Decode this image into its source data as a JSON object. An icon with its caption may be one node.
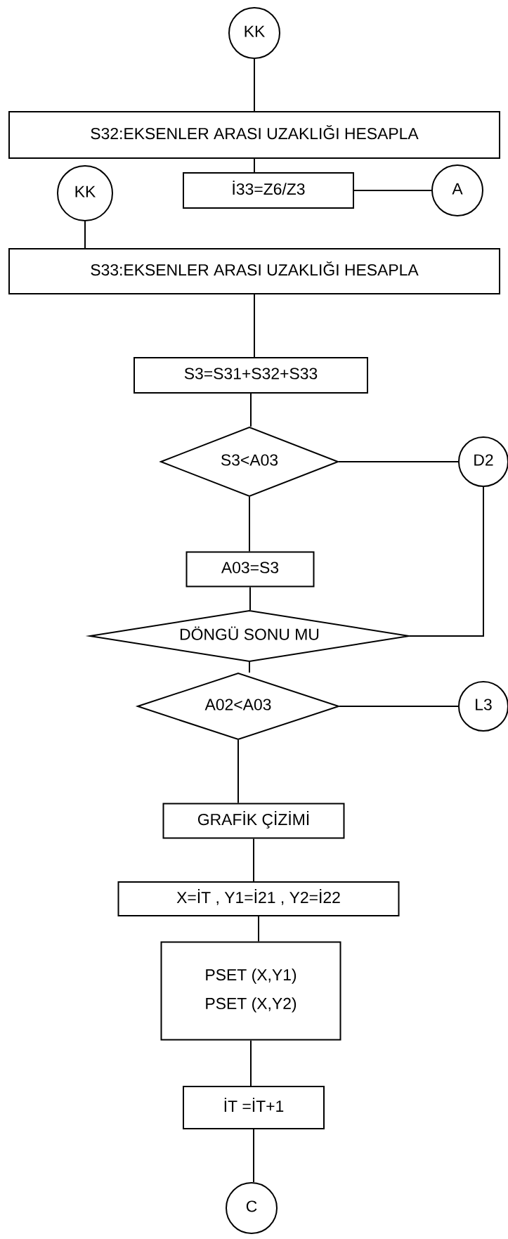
{
  "diagram": {
    "nodes": [
      {
        "text": [
          "KK"
        ]
      },
      {
        "text": [
          "S32:EKSENLER ARASI UZAKLIĞI HESAPLA"
        ]
      },
      {
        "text": [
          "KK"
        ]
      },
      {
        "text": [
          "İ33=Z6/Z3"
        ]
      },
      {
        "text": [
          "A"
        ]
      },
      {
        "text": [
          "S33:EKSENLER ARASI UZAKLIĞI HESAPLA"
        ]
      },
      {
        "text": [
          "S3=S31+S32+S33"
        ]
      },
      {
        "text": [
          "S3<A03"
        ]
      },
      {
        "text": [
          "D2"
        ]
      },
      {
        "text": [
          "A03=S3"
        ]
      },
      {
        "text": [
          "DÖNGÜ SONU MU"
        ]
      },
      {
        "text": [
          "A02<A03"
        ]
      },
      {
        "text": [
          "L3"
        ]
      },
      {
        "text": [
          "GRAFİK ÇİZİMİ"
        ]
      },
      {
        "text": [
          "X=İT , Y1=İ21 , Y2=İ22"
        ]
      },
      {
        "text": [
          "PSET (X,Y1)",
          "PSET (X,Y2)"
        ]
      },
      {
        "text": [
          "İT =İT+1"
        ]
      },
      {
        "text": [
          "C"
        ]
      }
    ],
    "edges": [
      {
        "from": 0,
        "to": 1,
        "arrow": "none"
      },
      {
        "from": 1,
        "to": 3,
        "arrow": "none"
      },
      {
        "from": 3,
        "to": 4,
        "arrow": "none"
      },
      {
        "from": 2,
        "to": 5,
        "arrow": "none"
      },
      {
        "from": 5,
        "to": 6,
        "arrow": "none"
      },
      {
        "from": 6,
        "to": 7,
        "arrow": "none"
      },
      {
        "from": 7,
        "to": 8,
        "arrow": "none"
      },
      {
        "from": 7,
        "to": 9,
        "arrow": "none"
      },
      {
        "from": 9,
        "to": 10,
        "arrow": "none"
      },
      {
        "from": 8,
        "to": 10,
        "arrow": "none"
      },
      {
        "from": 10,
        "to": 11,
        "arrow": "none"
      },
      {
        "from": 11,
        "to": 12,
        "arrow": "none"
      },
      {
        "from": 11,
        "to": 13,
        "arrow": "none"
      },
      {
        "from": 13,
        "to": 14,
        "arrow": "none"
      },
      {
        "from": 14,
        "to": 15,
        "arrow": "none"
      },
      {
        "from": 15,
        "to": 16,
        "arrow": "none"
      },
      {
        "from": 16,
        "to": 17,
        "arrow": "none"
      }
    ]
  }
}
